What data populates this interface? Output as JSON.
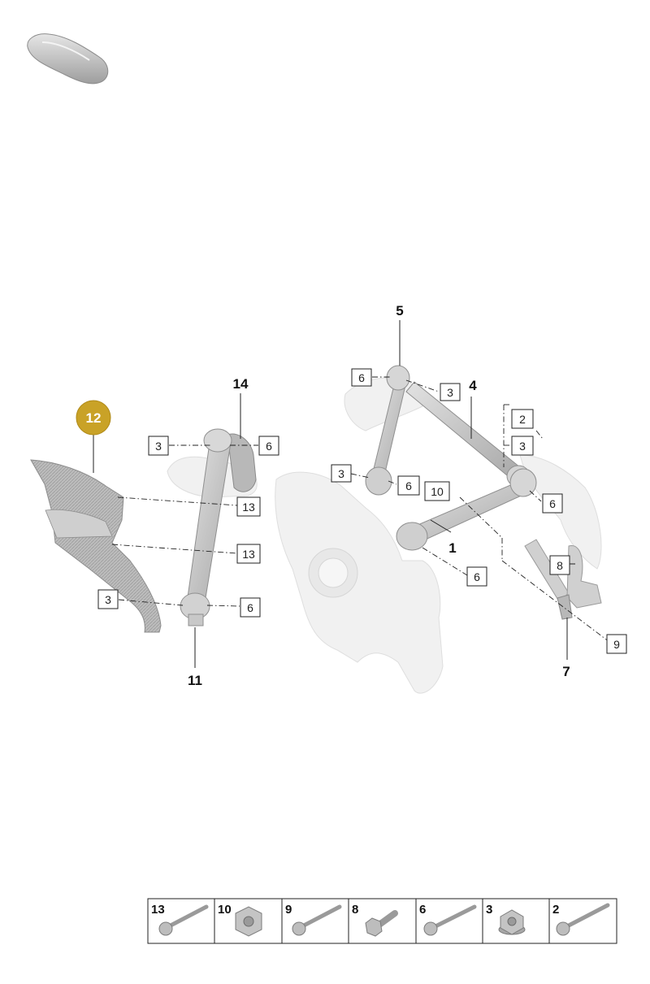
{
  "diagram": {
    "highlight_part": "12",
    "highlight_color": "#c9a227",
    "part_numbers": {
      "p1": "1",
      "p4": "4",
      "p5": "5",
      "p7": "7",
      "p11": "11",
      "p14": "14"
    },
    "callouts": {
      "c6_top": "6",
      "c3_top": "3",
      "c2": "2",
      "c3_right": "3",
      "c3_mid": "3",
      "c6_mid": "6",
      "c10": "10",
      "c6_right": "6",
      "c8": "8",
      "c6_low": "6",
      "c9": "9",
      "c3_l14": "3",
      "c6_l14": "6",
      "c13_a": "13",
      "c13_b": "13",
      "c3_left": "3",
      "c6_l11": "6"
    }
  },
  "legend": {
    "items": [
      {
        "num": "13",
        "icon": "long-bolt-icon"
      },
      {
        "num": "10",
        "icon": "hex-nut-icon"
      },
      {
        "num": "9",
        "icon": "long-bolt-icon"
      },
      {
        "num": "8",
        "icon": "short-hex-bolt-icon"
      },
      {
        "num": "6",
        "icon": "long-bolt-icon"
      },
      {
        "num": "3",
        "icon": "flange-nut-icon"
      },
      {
        "num": "2",
        "icon": "long-bolt-icon"
      }
    ]
  }
}
